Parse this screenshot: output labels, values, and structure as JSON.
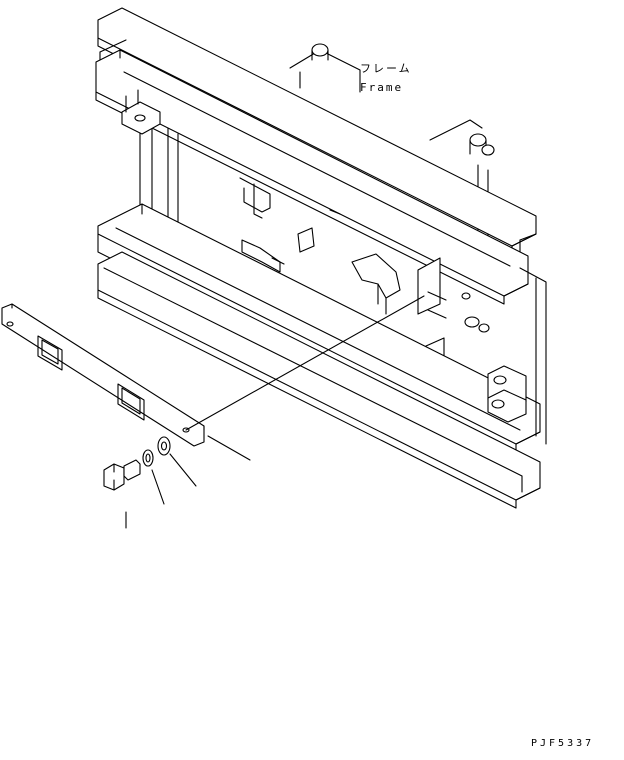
{
  "labels": {
    "frame_jp": "フレーム",
    "frame_en": "Frame"
  },
  "drawing_code": "PJF5337",
  "colors": {
    "line": "#000000",
    "background": "#ffffff"
  }
}
